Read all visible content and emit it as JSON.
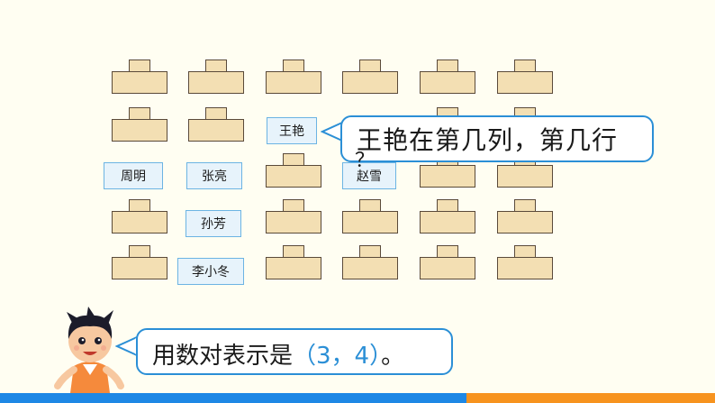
{
  "classroom": {
    "students": {
      "wang_yan": "王艳",
      "zhou_ming": "周明",
      "zhang_liang": "张亮",
      "zhao_xue": "赵雪",
      "sun_fang": "孙芳",
      "li_xiaodong": "李小冬"
    }
  },
  "question": {
    "text": "王艳在第几列，第几行",
    "mark": "？"
  },
  "answer": {
    "prefix": "用数对表示是",
    "value": "（3，4）",
    "suffix": "。"
  },
  "colors": {
    "desk_fill": "#f3dfb3",
    "desk_outline": "#5a4a3a",
    "accent_blue": "#2b8fd6",
    "card_fill": "#e7f3fb",
    "bar_blue": "#1e88e5",
    "bar_orange": "#f7931e"
  }
}
